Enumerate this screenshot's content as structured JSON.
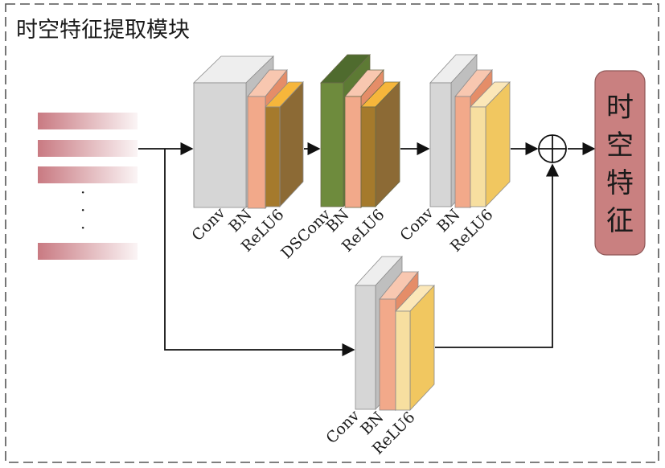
{
  "module": {
    "title": "时空特征提取模块"
  },
  "input": {
    "dots": "·"
  },
  "branch_top": {
    "block1": {
      "conv": "Conv",
      "bn": "BN",
      "act": "ReLU6"
    },
    "block2": {
      "conv": "DSConv",
      "bn": "BN",
      "act": "ReLU6"
    },
    "block3": {
      "conv": "Conv",
      "bn": "BN",
      "act": "ReLU6"
    }
  },
  "branch_bottom": {
    "block": {
      "conv": "Conv",
      "bn": "BN",
      "act": "ReLU6"
    }
  },
  "output": {
    "chars": [
      "时",
      "空",
      "特",
      "征"
    ]
  },
  "colors": {
    "conv_gray": "#d6d6d6",
    "dsconv_green": "#6e8b3d",
    "bn_salmon": "#f2a98a",
    "relu_brown": "#8c6a35",
    "relu_yellow": "#f3cf7a",
    "output_box": "#c98080",
    "input_bar": "#c97a82"
  }
}
